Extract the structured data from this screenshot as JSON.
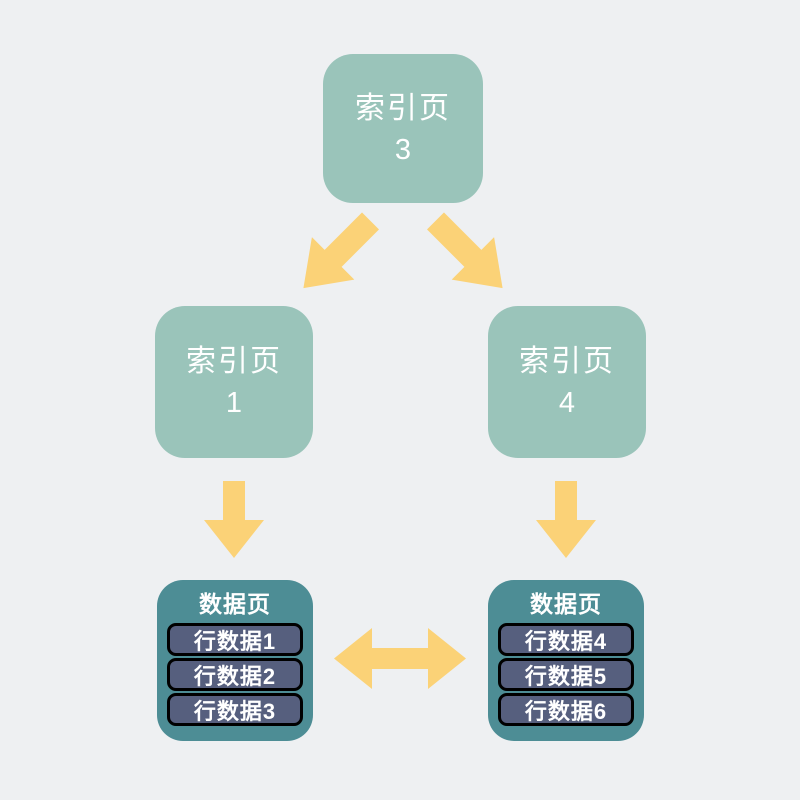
{
  "colors": {
    "background": "#eef0f2",
    "index_node": "#9ac4ba",
    "data_page": "#4d8d95",
    "row_fill": "#565f7e",
    "row_border": "#000000",
    "arrow": "#fbd277",
    "text": "#ffffff"
  },
  "nodes": {
    "root": {
      "label": "索引页",
      "number": "3"
    },
    "left": {
      "label": "索引页",
      "number": "1"
    },
    "right": {
      "label": "索引页",
      "number": "4"
    }
  },
  "data_pages": [
    {
      "title": "数据页",
      "rows": [
        "行数据1",
        "行数据2",
        "行数据3"
      ]
    },
    {
      "title": "数据页",
      "rows": [
        "行数据4",
        "行数据5",
        "行数据6"
      ]
    }
  ],
  "arrows": [
    {
      "name": "root-to-left",
      "direction": "down-left"
    },
    {
      "name": "root-to-right",
      "direction": "down-right"
    },
    {
      "name": "left-to-data",
      "direction": "down"
    },
    {
      "name": "right-to-data",
      "direction": "down"
    },
    {
      "name": "data-to-data",
      "direction": "both"
    }
  ]
}
